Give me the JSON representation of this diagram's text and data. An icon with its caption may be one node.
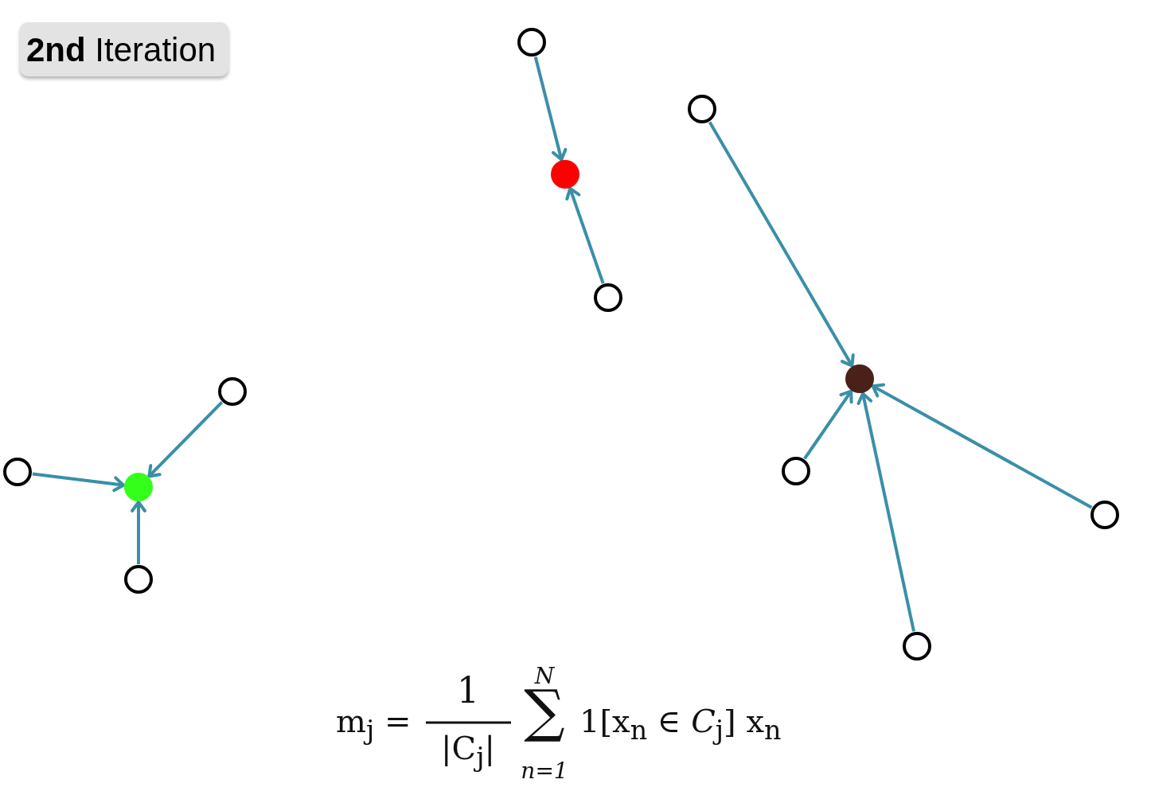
{
  "diagram": {
    "title": "**2nd** Iteration",
    "nodes": [
      {
        "text": [],
        "shape": "circle"
      },
      {
        "text": [],
        "shape": "circle"
      },
      {
        "text": [],
        "shape": "circle"
      },
      {
        "text": [],
        "shape": "circle"
      },
      {
        "text": [],
        "shape": "circle"
      },
      {
        "text": [],
        "shape": "circle"
      },
      {
        "text": [],
        "shape": "circle"
      },
      {
        "text": [],
        "shape": "circle"
      },
      {
        "text": [],
        "shape": "circle"
      },
      {
        "text": [],
        "shape": "circle"
      },
      {
        "text": [],
        "shape": "circle"
      },
      {
        "text": [],
        "shape": "circle"
      }
    ],
    "edges": [
      {
        "from": 0,
        "to": 2,
        "arrow": "to"
      },
      {
        "from": 3,
        "to": 2,
        "arrow": "to"
      },
      {
        "from": 1,
        "to": 4,
        "arrow": "to"
      },
      {
        "from": 6,
        "to": 4,
        "arrow": "to"
      },
      {
        "from": 11,
        "to": 4,
        "arrow": "to"
      },
      {
        "from": 9,
        "to": 4,
        "arrow": "to"
      },
      {
        "from": 7,
        "to": 8,
        "arrow": "to"
      },
      {
        "from": 5,
        "to": 8,
        "arrow": "to"
      },
      {
        "from": 10,
        "to": 8,
        "arrow": "to"
      }
    ],
    "labels": [
      "m$_{j}$ =",
      "1",
      "|C$_{j}$|",
      "N",
      "∑",
      "n=1",
      "1[x$_{n}$ ∈ *C*$_{j}$] x$_{n}$"
    ]
  }
}
